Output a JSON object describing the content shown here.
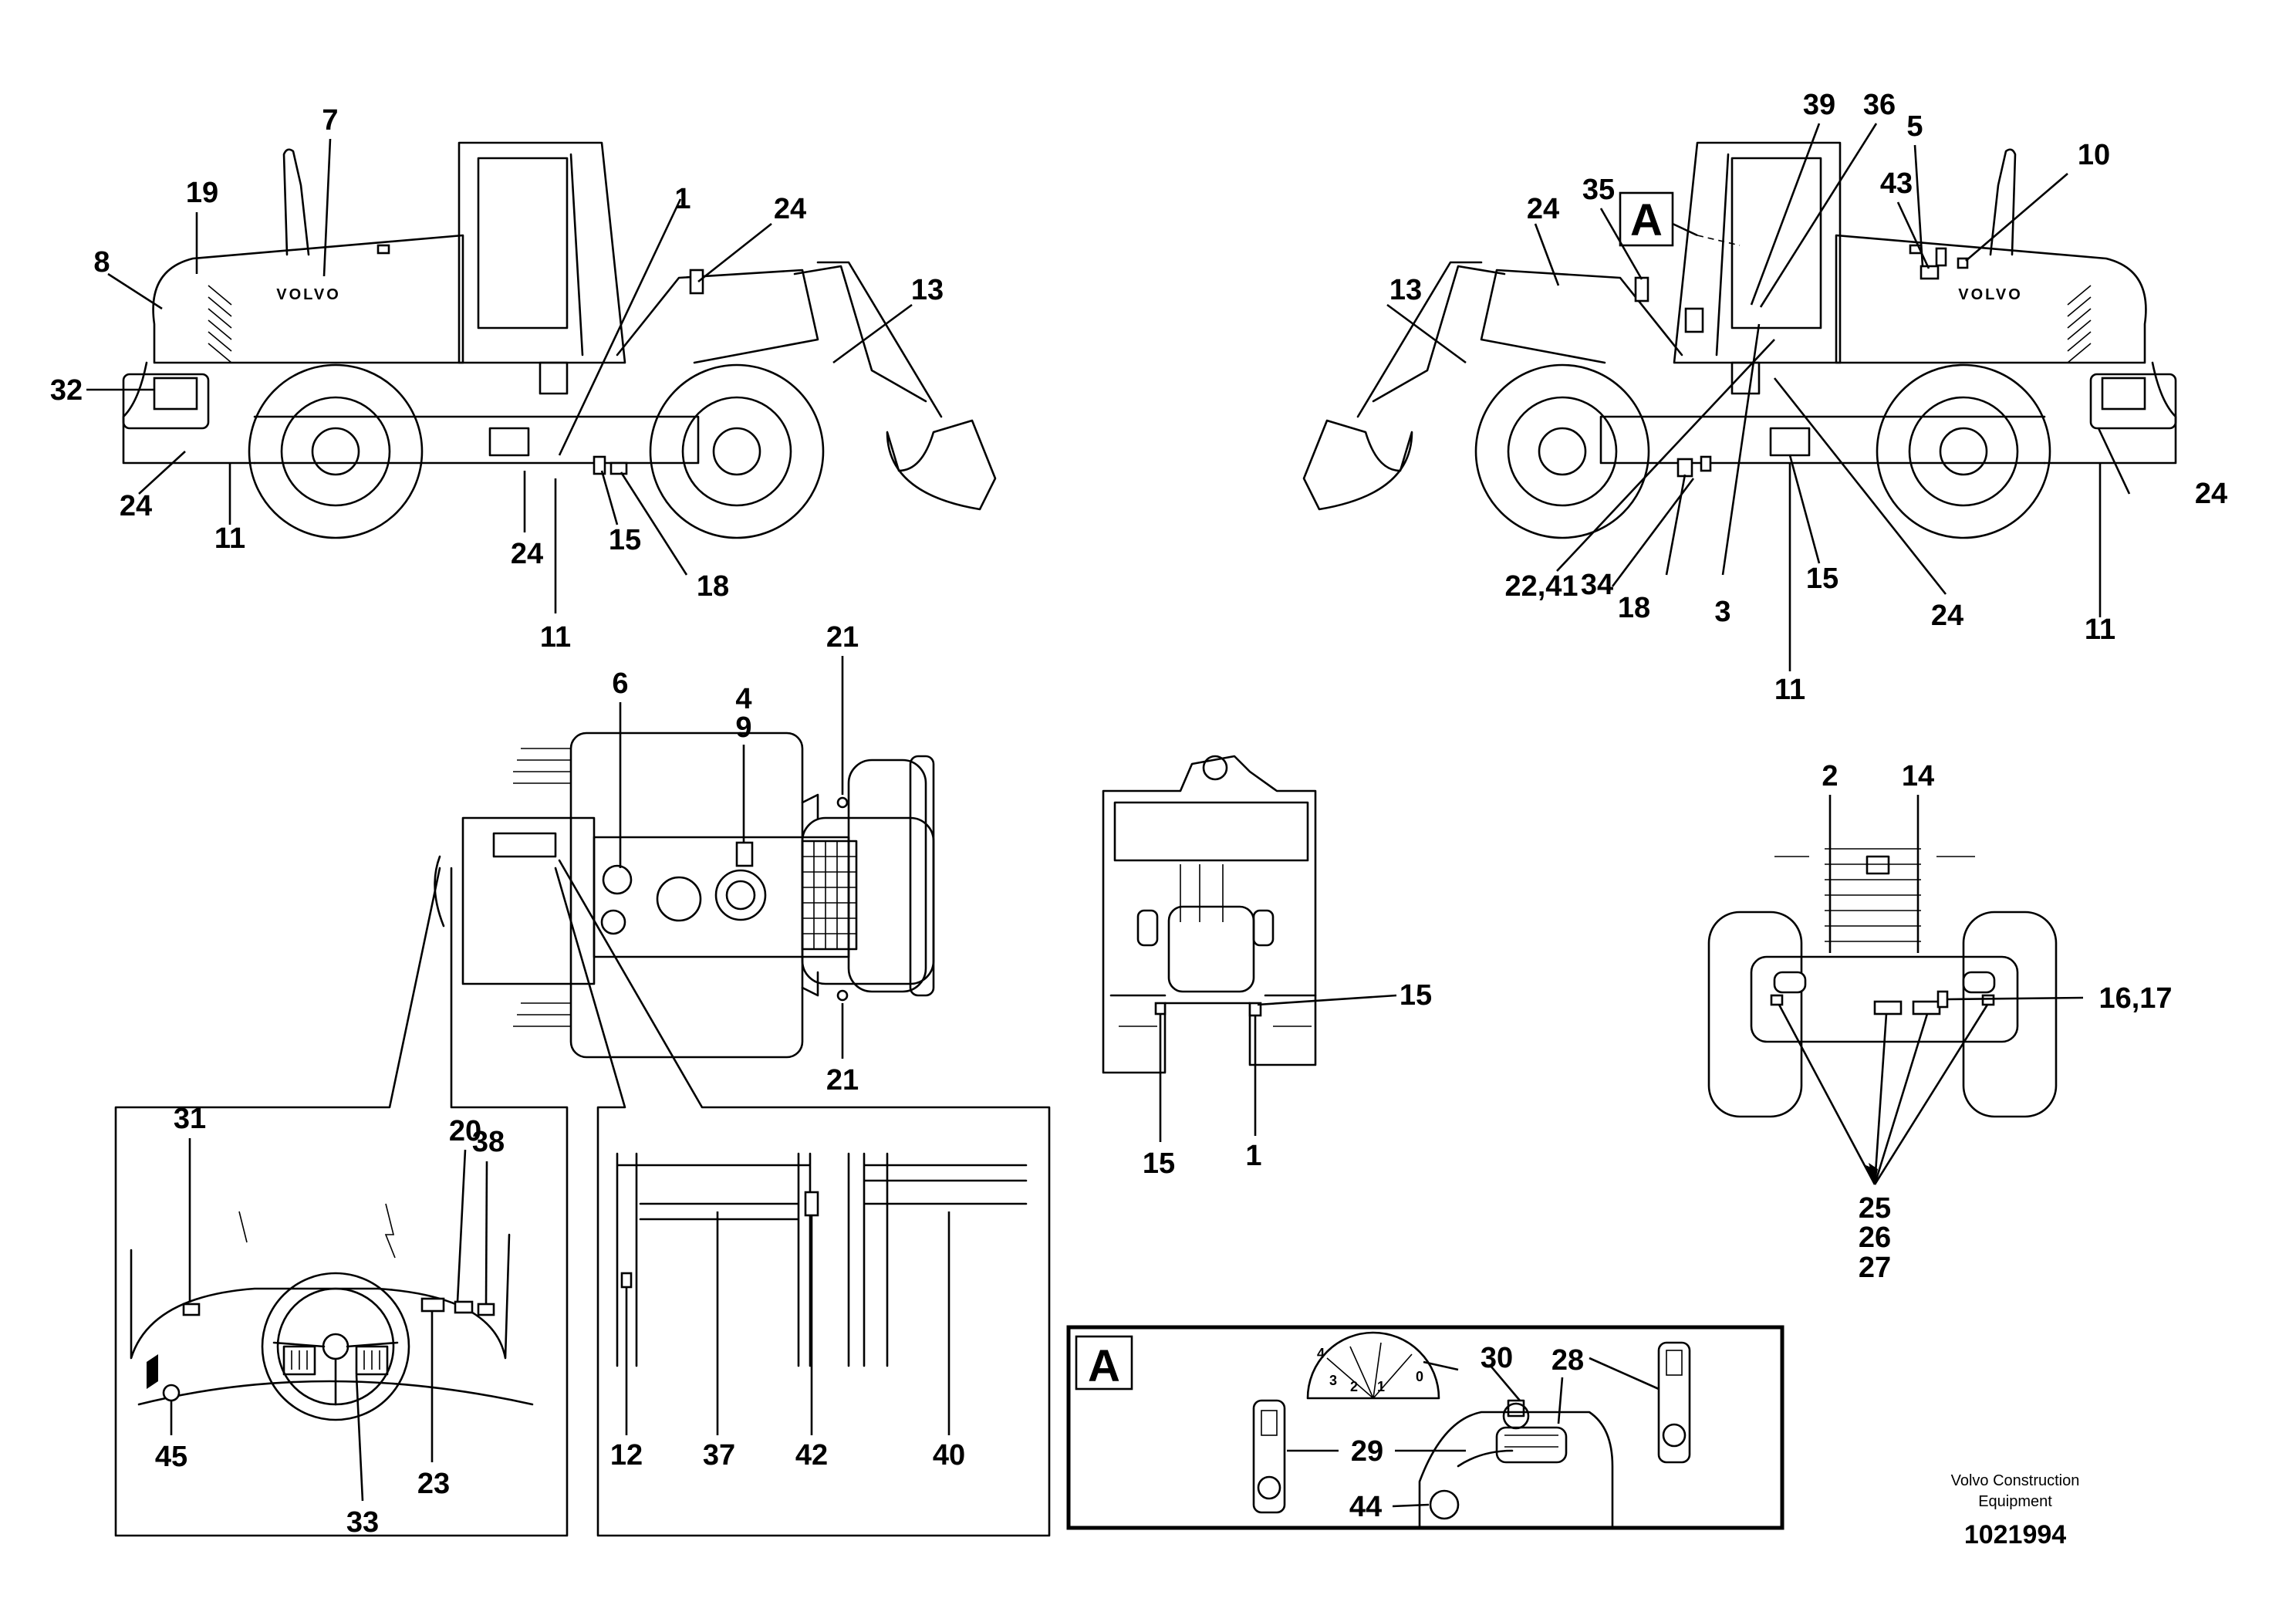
{
  "brand_badge": "VOLVO",
  "labels": {
    "l7": "7",
    "l19": "19",
    "l8": "8",
    "l32": "32",
    "l24a": "24",
    "l11a": "11",
    "l1": "1",
    "l24b": "24",
    "l13": "13",
    "l24c": "24",
    "l15a": "15",
    "l18a": "18",
    "l11b": "11",
    "r39": "39",
    "r36": "36",
    "r5": "5",
    "r10": "10",
    "r43": "43",
    "r35": "35",
    "r24a": "24",
    "r13": "13",
    "r24b": "24",
    "r2241": "22,41",
    "r34": "34",
    "r18": "18",
    "r3": "3",
    "r15": "15",
    "r24c": "24",
    "r11a": "11",
    "r11b": "11",
    "t6": "6",
    "t4": "4",
    "t9": "9",
    "t21a": "21",
    "t21b": "21",
    "b15": "15",
    "b15b": "15",
    "b1": "1",
    "f2": "2",
    "f14": "14",
    "f1617": "16,17",
    "f25": "25",
    "f26": "26",
    "f27": "27",
    "c31": "31",
    "c20": "20",
    "c38": "38",
    "c45": "45",
    "c33": "33",
    "c23": "23",
    "d12": "12",
    "d37": "37",
    "d42": "42",
    "d40": "40",
    "a30": "30",
    "a28": "28",
    "a29": "29",
    "a44": "44",
    "dial_marks": [
      "4",
      "3",
      "2",
      "1",
      "0"
    ]
  },
  "callouts": {
    "box_letter": "A",
    "detail_letter": "A"
  },
  "footer": {
    "line1": "Volvo Construction",
    "line2": "Equipment",
    "doc_number": "1021994"
  }
}
